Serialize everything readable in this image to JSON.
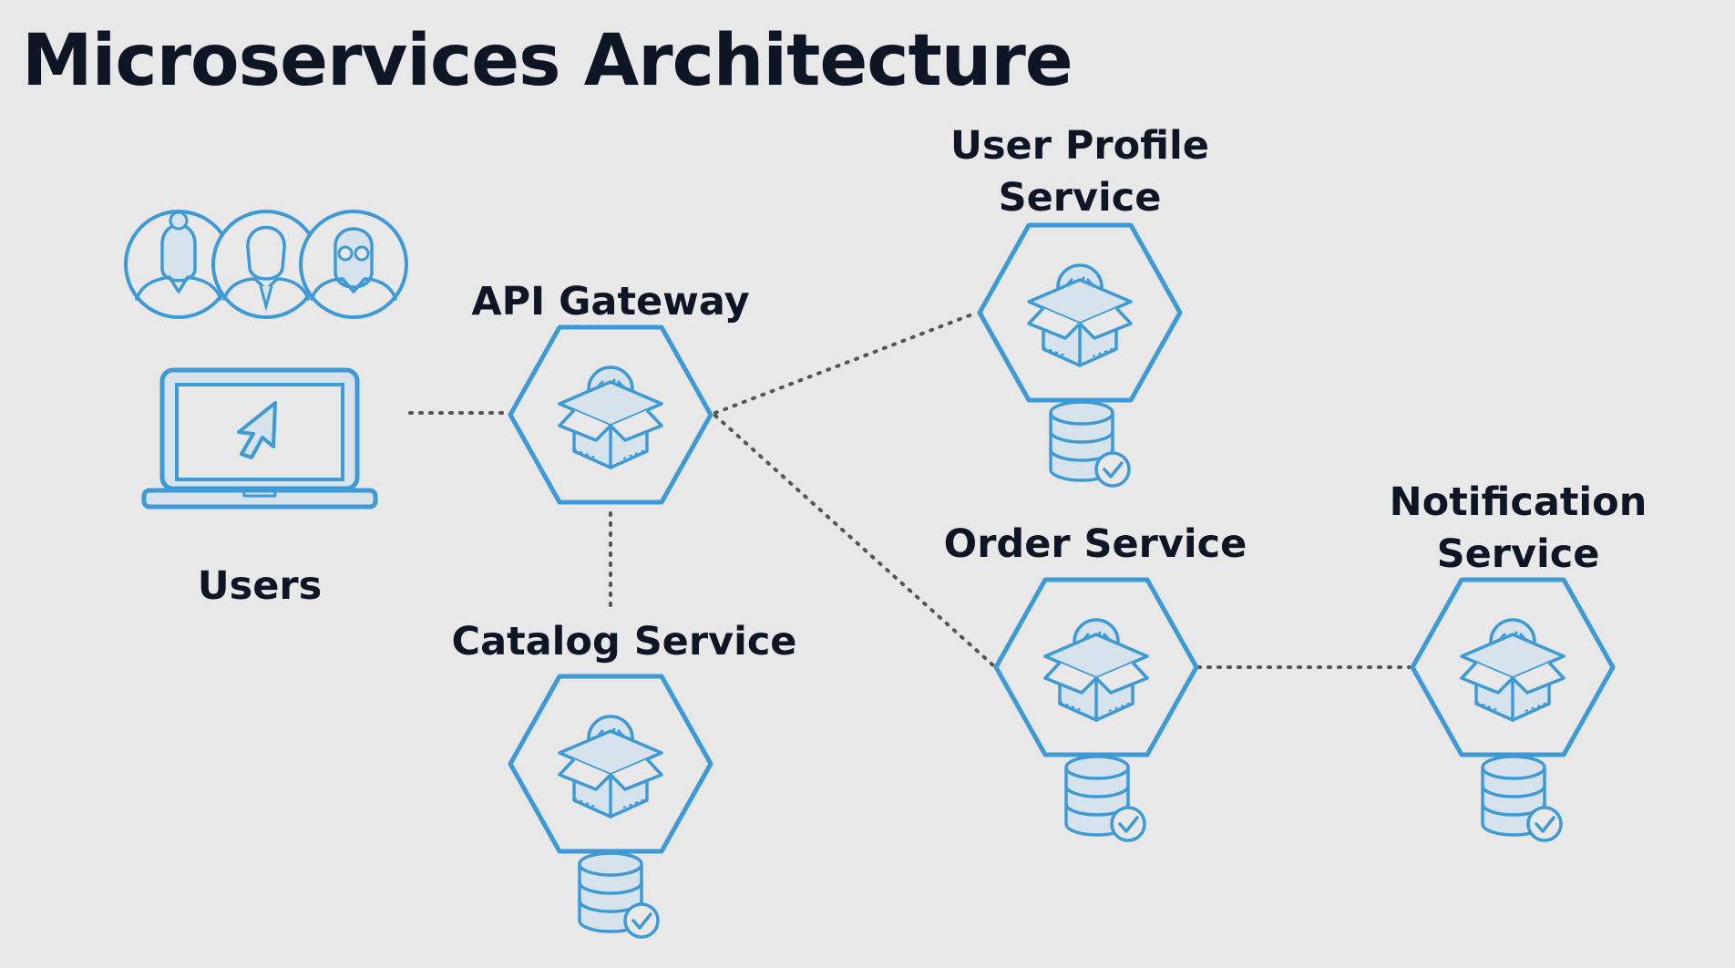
{
  "title": "Microservices Architecture",
  "nodes": {
    "users": {
      "label": "Users",
      "icon": "laptop-cursor-icon"
    },
    "gateway": {
      "label": "API Gateway",
      "icon": "code-box-icon"
    },
    "user_profile": {
      "label_lines": [
        "User Profile",
        "Service"
      ],
      "icon": "code-box-icon",
      "db_icon": "database-check-icon"
    },
    "catalog": {
      "label": "Catalog Service",
      "icon": "code-box-icon",
      "db_icon": "database-check-icon"
    },
    "order": {
      "label": "Order Service",
      "icon": "code-box-icon",
      "db_icon": "database-check-icon"
    },
    "notification": {
      "label_lines": [
        "Notification",
        "Service"
      ],
      "icon": "code-box-icon",
      "db_icon": "database-check-icon"
    }
  },
  "connections": [
    {
      "from": "Users",
      "to": "API Gateway",
      "style": "dotted"
    },
    {
      "from": "API Gateway",
      "to": "User Profile Service",
      "style": "dotted"
    },
    {
      "from": "API Gateway",
      "to": "Catalog Service",
      "style": "dotted"
    },
    {
      "from": "API Gateway",
      "to": "Order Service",
      "style": "dotted"
    },
    {
      "from": "Order Service",
      "to": "Notification Service",
      "style": "dotted"
    }
  ],
  "colors": {
    "background": "#e8e8e8",
    "accent": "#3d9ad6",
    "fill": "#d6e2ec",
    "text": "#0e1525",
    "connector": "#555555"
  }
}
